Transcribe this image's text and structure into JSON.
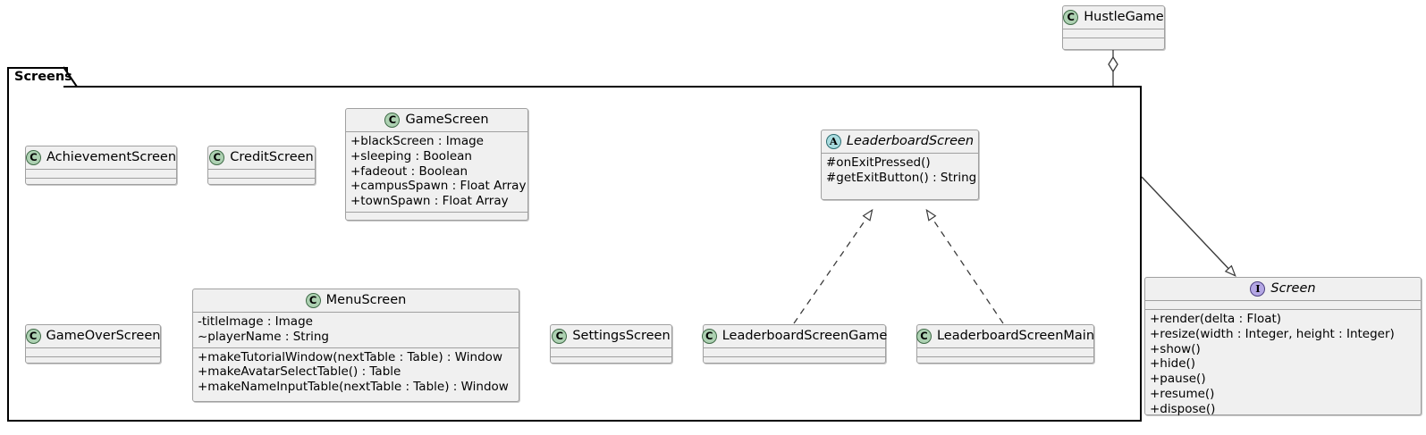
{
  "diagram": {
    "type": "uml-class-diagram",
    "package": {
      "name": "Screens"
    },
    "colors": {
      "class_badge": "#ADD1B2",
      "abstract_badge": "#A9DCDF",
      "interface_badge": "#B4A7E5",
      "box_fill": "#F0F0F0",
      "box_border": "#A0A0A0",
      "package_border": "#000000",
      "line": "#3B3B3B"
    },
    "classes": [
      {
        "id": "hustlegame",
        "name": "HustleGame",
        "stereotype": "C",
        "italic": false,
        "attributes": [],
        "methods": []
      },
      {
        "id": "achievementscreen",
        "name": "AchievementScreen",
        "stereotype": "C",
        "italic": false,
        "attributes": [],
        "methods": []
      },
      {
        "id": "creditscreen",
        "name": "CreditScreen",
        "stereotype": "C",
        "italic": false,
        "attributes": [],
        "methods": []
      },
      {
        "id": "gamescreen",
        "name": "GameScreen",
        "stereotype": "C",
        "italic": false,
        "attributes": [
          "+blackScreen : Image",
          "+sleeping : Boolean",
          "+fadeout : Boolean",
          "+campusSpawn : Float Array",
          "+townSpawn : Float Array"
        ],
        "methods": []
      },
      {
        "id": "leaderboardscreen",
        "name": "LeaderboardScreen",
        "stereotype": "A",
        "italic": true,
        "attributes": [],
        "methods": [
          "#onExitPressed()",
          "#getExitButton() : String"
        ]
      },
      {
        "id": "gameoverscreen",
        "name": "GameOverScreen",
        "stereotype": "C",
        "italic": false,
        "attributes": [],
        "methods": []
      },
      {
        "id": "menuscreen",
        "name": "MenuScreen",
        "stereotype": "C",
        "italic": false,
        "attributes": [
          "-titleImage : Image",
          "~playerName : String"
        ],
        "methods": [
          "+makeTutorialWindow(nextTable : Table) : Window",
          "+makeAvatarSelectTable() : Table",
          "+makeNameInputTable(nextTable : Table) : Window"
        ]
      },
      {
        "id": "settingsscreen",
        "name": "SettingsScreen",
        "stereotype": "C",
        "italic": false,
        "attributes": [],
        "methods": []
      },
      {
        "id": "leaderboardscreengame",
        "name": "LeaderboardScreenGame",
        "stereotype": "C",
        "italic": false,
        "attributes": [],
        "methods": []
      },
      {
        "id": "leaderboardscreenmain",
        "name": "LeaderboardScreenMain",
        "stereotype": "C",
        "italic": false,
        "attributes": [],
        "methods": []
      },
      {
        "id": "screen",
        "name": "Screen",
        "stereotype": "I",
        "italic": true,
        "attributes": [],
        "methods": [
          "+render(delta : Float)",
          "+resize(width : Integer, height : Integer)",
          "+show()",
          "+hide()",
          "+pause()",
          "+resume()",
          "+dispose()"
        ]
      }
    ],
    "relationships": [
      {
        "from": "hustlegame",
        "to": "Screens package",
        "kind": "aggregation",
        "style": "solid-diamond"
      },
      {
        "from": "leaderboardscreengame",
        "to": "leaderboardscreen",
        "kind": "realization",
        "style": "dashed-hollow-triangle"
      },
      {
        "from": "leaderboardscreenmain",
        "to": "leaderboardscreen",
        "kind": "realization",
        "style": "dashed-hollow-triangle"
      },
      {
        "from": "Screens package",
        "to": "screen",
        "kind": "generalization",
        "style": "solid-hollow-triangle"
      }
    ]
  }
}
